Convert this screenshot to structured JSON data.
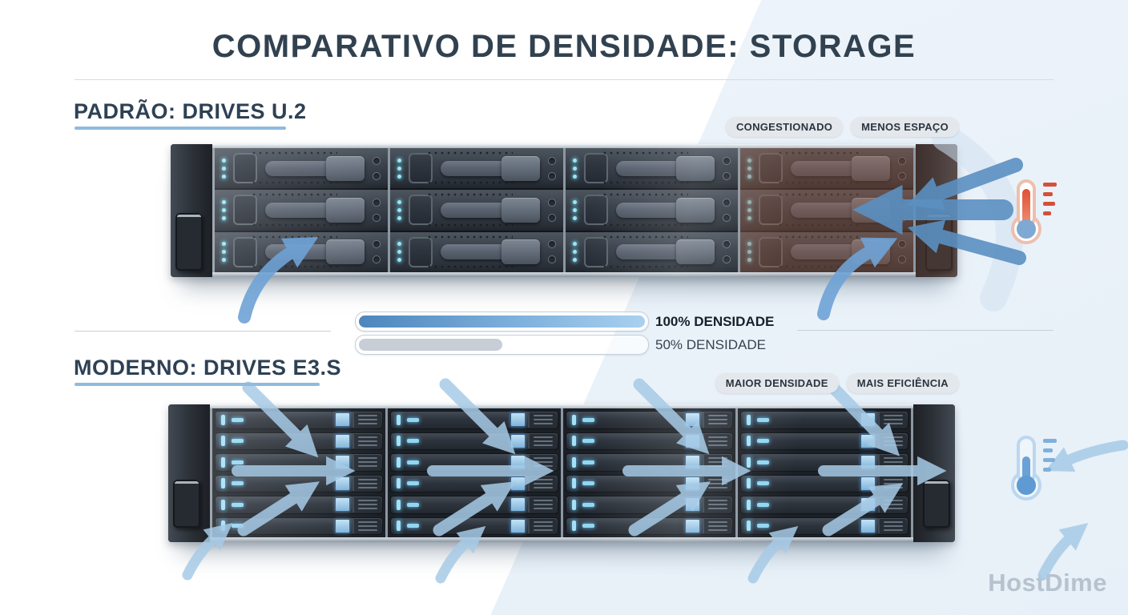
{
  "page": {
    "title": "COMPARATIVO DE DENSIDADE: STORAGE",
    "brand": "HostDime"
  },
  "sections": [
    {
      "heading": "PADRÃO: DRIVES U.2",
      "badges": [
        {
          "label": "CONGESTIONADO"
        },
        {
          "label": "MENOS ESPAÇO"
        }
      ],
      "rack": {
        "type": "u2",
        "rows": 3,
        "cols": 4,
        "drives_total": 12,
        "drive_format": "U.2"
      },
      "thermometer": "hot"
    },
    {
      "heading": "MODERNO: DRIVES E3.S",
      "badges": [
        {
          "label": "MAIOR DENSIDADE"
        },
        {
          "label": "MAIS EFICIÊNCIA"
        }
      ],
      "rack": {
        "type": "e3s",
        "rows": 6,
        "cols": 4,
        "drives_total": 24,
        "drive_format": "E3.S"
      },
      "thermometer": "cold"
    }
  ],
  "density_meter": {
    "bars": [
      {
        "label": "100% DENSIDADE",
        "percent": 100,
        "style": "blue"
      },
      {
        "label": "50% DENSIDADE",
        "percent": 50,
        "style": "gray"
      }
    ]
  },
  "colors": {
    "accent_underline": "#90bade",
    "arrow_blue": "#6fa3d6",
    "hot": "#df5034",
    "cold": "#5f9bd2",
    "panel": "#e9f1f8",
    "led_cyan": "#9ae6f2"
  }
}
